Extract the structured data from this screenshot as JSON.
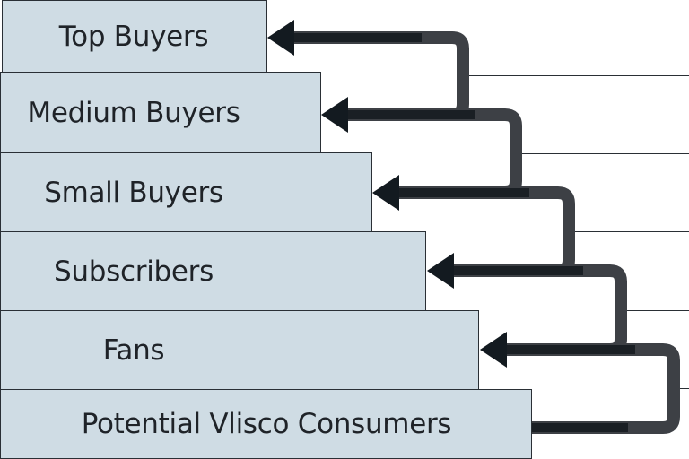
{
  "diagram": {
    "levels": [
      {
        "label": "Top Buyers"
      },
      {
        "label": "Medium Buyers"
      },
      {
        "label": "Small Buyers"
      },
      {
        "label": "Subscribers"
      },
      {
        "label": "Fans"
      },
      {
        "label": "Potential Vlisco Consumers"
      }
    ],
    "colors": {
      "box_fill": "#cfdce4",
      "arrow": "#1a1f24",
      "outline": "#2a2f35"
    }
  }
}
